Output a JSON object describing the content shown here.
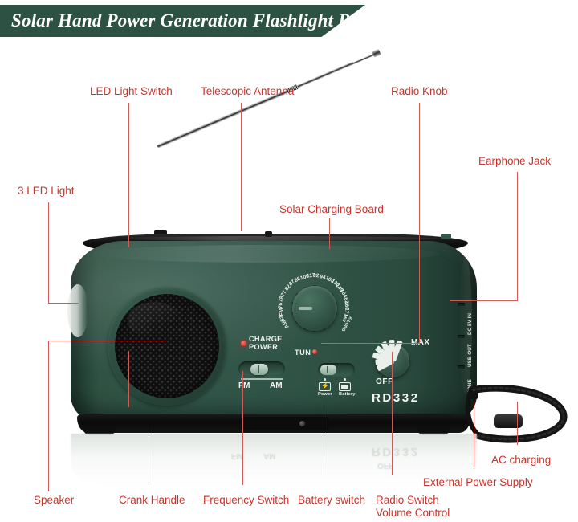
{
  "header": {
    "title": "Solar Hand Power Generation Flashlight Radio",
    "banner_color": "#2d5244",
    "text_color": "#ffffff"
  },
  "theme": {
    "label_color": "#c8342c",
    "leader_color": "#cf5b55",
    "body_green": "#2f5243",
    "background": "#ffffff"
  },
  "callouts": [
    {
      "id": "led-light-switch",
      "label": "LED Light Switch"
    },
    {
      "id": "telescopic-antenna",
      "label": "Telescopic Antenna"
    },
    {
      "id": "radio-knob",
      "label": "Radio Knob"
    },
    {
      "id": "earphone-jack",
      "label": "Earphone Jack"
    },
    {
      "id": "three-led-light",
      "label": "3 LED Light"
    },
    {
      "id": "solar-charging-board",
      "label": "Solar Charging Board"
    },
    {
      "id": "speaker",
      "label": "Speaker"
    },
    {
      "id": "crank-handle",
      "label": "Crank Handle"
    },
    {
      "id": "frequency-switch",
      "label": "Frequency Switch"
    },
    {
      "id": "battery-switch",
      "label": "Battery switch"
    },
    {
      "id": "radio-switch-volume",
      "label_line1": "Radio Switch",
      "label_line2": "Volume Control"
    },
    {
      "id": "external-power-supply",
      "label": "External Power Supply"
    },
    {
      "id": "ac-charging",
      "label": "AC charging"
    }
  ],
  "device": {
    "model": "RD332",
    "indicators": {
      "charge": "CHARGE",
      "power": "POWER",
      "tun": "TUN"
    },
    "frequency_switch": {
      "left": "FM",
      "right": "AM"
    },
    "mode_switch": {
      "power_caption": "Power",
      "battery_caption": "Battery"
    },
    "volume": {
      "max": "MAX",
      "off": "OFF"
    },
    "dial": {
      "band_am": "AM",
      "band_fm": "FM",
      "am_scale": [
        "52",
        "53",
        "76",
        "78"
      ],
      "fm_scale": [
        "77",
        "82",
        "87",
        "88",
        "100",
        "117",
        "92",
        "94",
        "100",
        "130",
        "149",
        "104",
        "162",
        "160",
        "171"
      ],
      "markings": [
        "AM",
        "52",
        "FM",
        "76",
        "78",
        "77",
        "82",
        "87",
        "88",
        "100",
        "117",
        "92",
        "94",
        "100",
        "130",
        "149",
        "104",
        "162",
        "160",
        "171",
        "MW",
        "X-LONG"
      ]
    },
    "side_ports": [
      "DC 5V IN",
      "USB OUT",
      "PHONE"
    ],
    "reflection_text": {
      "model": "RD332",
      "fm": "FM",
      "am": "AM",
      "off": "OFF"
    }
  }
}
